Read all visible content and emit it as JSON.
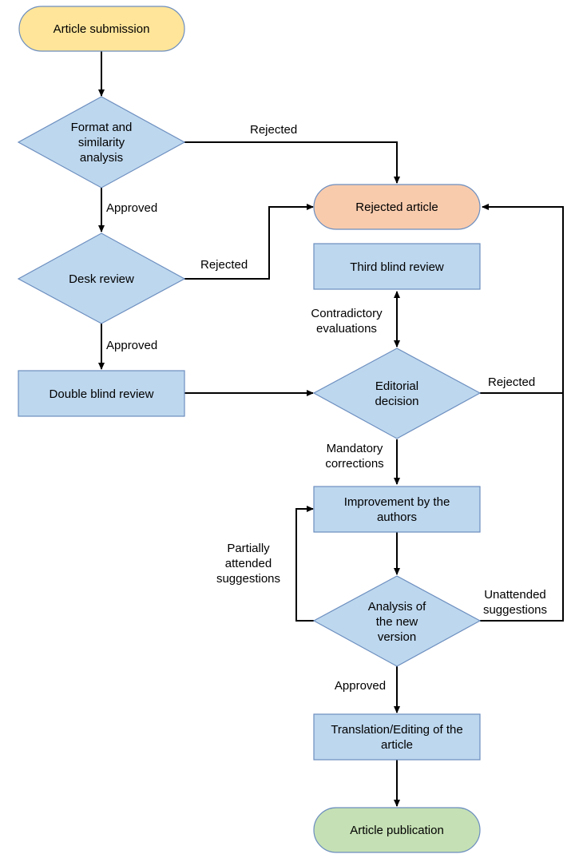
{
  "nodes": {
    "article_submission": {
      "label": [
        "Article submission"
      ],
      "fill": "#ffe599",
      "stroke": "#d6b656"
    },
    "format_similarity": {
      "label": [
        "Format and",
        "similarity",
        "analysis"
      ],
      "fill": "#bdd7ee",
      "stroke": "#6c8ebf"
    },
    "rejected_article": {
      "label": [
        "Rejected article"
      ],
      "fill": "#f8cbad",
      "stroke": "#b4846c"
    },
    "desk_review": {
      "label": [
        "Desk review"
      ],
      "fill": "#bdd7ee",
      "stroke": "#6c8ebf"
    },
    "third_blind_review": {
      "label": [
        "Third blind review"
      ],
      "fill": "#bdd7ee",
      "stroke": "#6c8ebf"
    },
    "double_blind_review": {
      "label": [
        "Double blind review"
      ],
      "fill": "#bdd7ee",
      "stroke": "#6c8ebf"
    },
    "editorial_decision": {
      "label": [
        "Editorial",
        "decision"
      ],
      "fill": "#bdd7ee",
      "stroke": "#6c8ebf"
    },
    "improvement_authors": {
      "label": [
        "Improvement by the",
        "authors"
      ],
      "fill": "#bdd7ee",
      "stroke": "#6c8ebf"
    },
    "analysis_new_version": {
      "label": [
        "Analysis of",
        "the new",
        "version"
      ],
      "fill": "#bdd7ee",
      "stroke": "#6c8ebf"
    },
    "translation_editing": {
      "label": [
        "Translation/Editing of the",
        "article"
      ],
      "fill": "#bdd7ee",
      "stroke": "#6c8ebf"
    },
    "article_publication": {
      "label": [
        "Article publication"
      ],
      "fill": "#c5e0b4",
      "stroke": "#82b366"
    }
  },
  "edges": {
    "format_rejected": [
      "Rejected"
    ],
    "format_approved": [
      "Approved"
    ],
    "desk_rejected": [
      "Rejected"
    ],
    "desk_approved": [
      "Approved"
    ],
    "contradictory": [
      "Contradictory",
      "evaluations"
    ],
    "editorial_rejected": [
      "Rejected"
    ],
    "mandatory": [
      "Mandatory",
      "corrections"
    ],
    "partially": [
      "Partially",
      "attended",
      "suggestions"
    ],
    "unattended": [
      "Unattended",
      "suggestions"
    ],
    "analysis_approved": [
      "Approved"
    ]
  }
}
